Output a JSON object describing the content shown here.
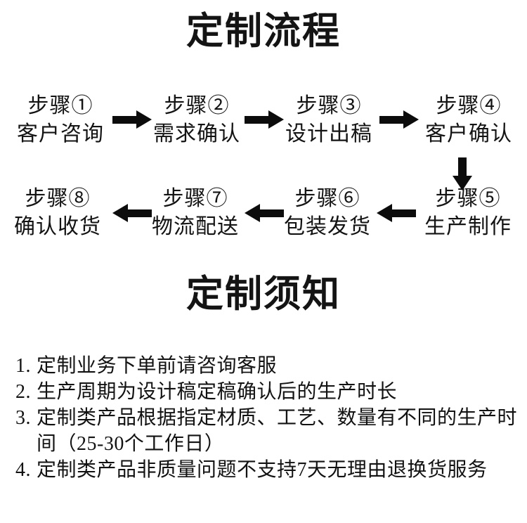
{
  "flow_section": {
    "title": "定制流程",
    "steps": [
      {
        "label": "步骤①",
        "name": "客户咨询"
      },
      {
        "label": "步骤②",
        "name": "需求确认"
      },
      {
        "label": "步骤③",
        "name": "设计出稿"
      },
      {
        "label": "步骤④",
        "name": "客户确认"
      },
      {
        "label": "步骤⑤",
        "name": "生产制作"
      },
      {
        "label": "步骤⑥",
        "name": "包装发货"
      },
      {
        "label": "步骤⑦",
        "name": "物流配送"
      },
      {
        "label": "步骤⑧",
        "name": "确认收货"
      }
    ],
    "connectors": [
      {
        "icon": "arrow-right-icon",
        "from": "步骤①",
        "to": "步骤②"
      },
      {
        "icon": "arrow-right-icon",
        "from": "步骤②",
        "to": "步骤③"
      },
      {
        "icon": "arrow-right-icon",
        "from": "步骤③",
        "to": "步骤④"
      },
      {
        "icon": "arrow-down-icon",
        "from": "步骤④",
        "to": "步骤⑤"
      },
      {
        "icon": "arrow-left-icon",
        "from": "步骤⑤",
        "to": "步骤⑥"
      },
      {
        "icon": "arrow-left-icon",
        "from": "步骤⑥",
        "to": "步骤⑦"
      },
      {
        "icon": "arrow-left-icon",
        "from": "步骤⑦",
        "to": "步骤⑧"
      }
    ]
  },
  "notice_section": {
    "title": "定制须知",
    "items": [
      {
        "num": "1.",
        "text": "定制业务下单前请咨询客服"
      },
      {
        "num": "2.",
        "text": "生产周期为设计稿定稿确认后的生产时长"
      },
      {
        "num": "3.",
        "text": "定制类产品根据指定材质、工艺、数量有不同的生产时间（25-30个工作日）"
      },
      {
        "num": "4.",
        "text": "定制类产品非质量问题不支持7天无理由退换货服务"
      }
    ]
  },
  "colors": {
    "background": "#ffffff",
    "text": "#121212",
    "arrow": "#0c0c0c"
  }
}
